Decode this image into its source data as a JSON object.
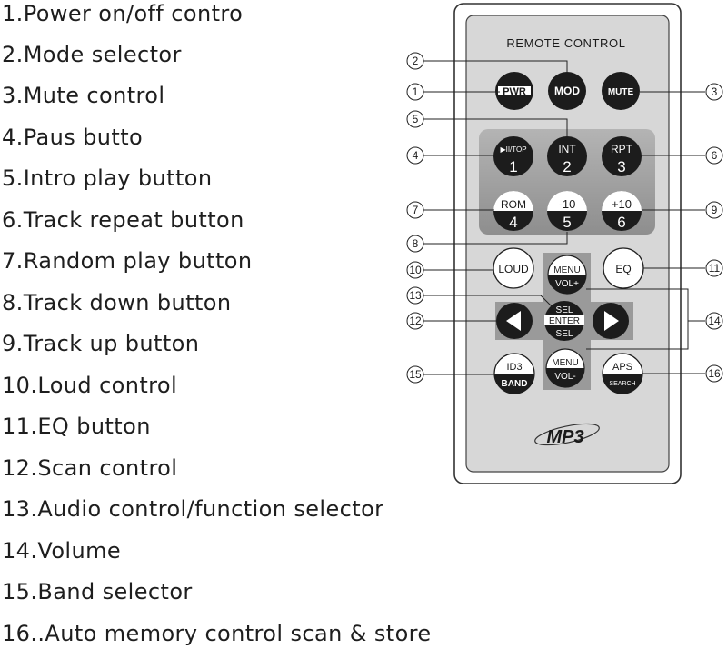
{
  "legend": [
    "1.Power on/off contro",
    "2.Mode selector",
    "3.Mute control",
    "4.Paus butto",
    "5.Intro play button",
    "6.Track repeat button",
    "7.Random play button",
    "8.Track down button",
    "9.Track up button",
    "10.Loud control",
    "11.EQ button",
    "12.Scan control",
    "13.Audio control/function selector",
    "14.Volume",
    "15.Band selector",
    "16..Auto memory control scan & store"
  ],
  "remote": {
    "title": "REMOTE CONTROL",
    "pwr": "PWR",
    "mod": "MOD",
    "mute": "MUTE",
    "btn1_top": "▶II/TOP",
    "btn1_num": "1",
    "btn2_top": "INT",
    "btn2_num": "2",
    "btn3_top": "RPT",
    "btn3_num": "3",
    "btn4_top": "ROM",
    "btn4_num": "4",
    "btn5_top": "-10",
    "btn5_num": "5",
    "btn6_top": "+10",
    "btn6_num": "6",
    "loud": "LOUD",
    "eq": "EQ",
    "menu_up_top": "MENU",
    "menu_up_bottom": "VOL+",
    "sel_top": "SEL",
    "enter": "ENTER",
    "sel_bottom": "SEL",
    "menu_down_top": "MENU",
    "menu_down_bottom": "VOL-",
    "id3": "ID3",
    "band": "BAND",
    "aps": "APS",
    "search": "SEARCH",
    "logo": "MP3"
  },
  "callouts": [
    "1",
    "2",
    "3",
    "4",
    "5",
    "6",
    "7",
    "8",
    "9",
    "10",
    "11",
    "12",
    "13",
    "14",
    "15",
    "16"
  ]
}
